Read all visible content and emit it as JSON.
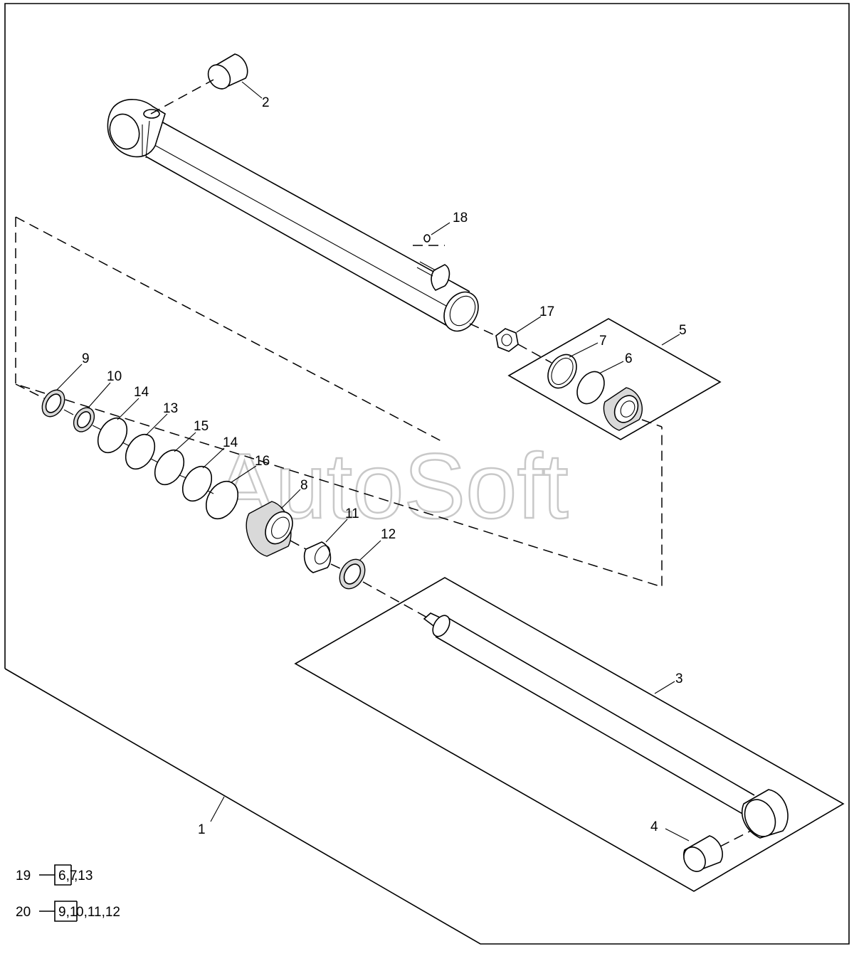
{
  "watermark": "AutoSoft",
  "callouts": {
    "c1": "1",
    "c2": "2",
    "c3": "3",
    "c4": "4",
    "c5": "5",
    "c6": "6",
    "c7": "7",
    "c8": "8",
    "c9": "9",
    "c10": "10",
    "c11": "11",
    "c12": "12",
    "c13": "13",
    "c14a": "14",
    "c14b": "14",
    "c15": "15",
    "c16": "16",
    "c17": "17",
    "c18": "18"
  },
  "kits": [
    {
      "number": "19",
      "boxed": "6,7",
      "rest": ",13"
    },
    {
      "number": "20",
      "boxed": "9,1",
      "rest": "0,11,12"
    }
  ]
}
